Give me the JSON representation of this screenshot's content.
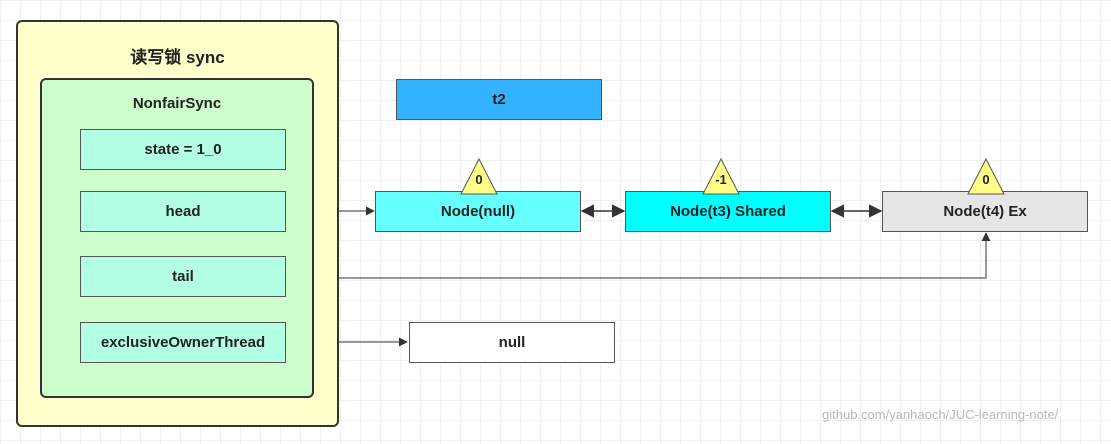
{
  "outer": {
    "title": "读写锁 sync"
  },
  "inner": {
    "title": "NonfairSync"
  },
  "fields": {
    "state": "state = 1_0",
    "head": "head",
    "tail": "tail",
    "owner": "exclusiveOwnerThread"
  },
  "thread_box": "t2",
  "queue": [
    {
      "label": "Node(null)",
      "wait_status": "0",
      "color": "#66ffff"
    },
    {
      "label": "Node(t3) Shared",
      "wait_status": "-1",
      "color": "#00ffff"
    },
    {
      "label": "Node(t4) Ex",
      "wait_status": "0",
      "color": "#e6e6e6"
    }
  ],
  "null_box": "null",
  "watermark": "github.com/yanhaoch/JUC-learning-note/",
  "colors": {
    "outer_bg": "#ffffcc",
    "inner_bg": "#ccffcc",
    "field_bg": "#b3ffe6",
    "thread_bg": "#33b2ff",
    "badge_fill": "#ffff88"
  }
}
